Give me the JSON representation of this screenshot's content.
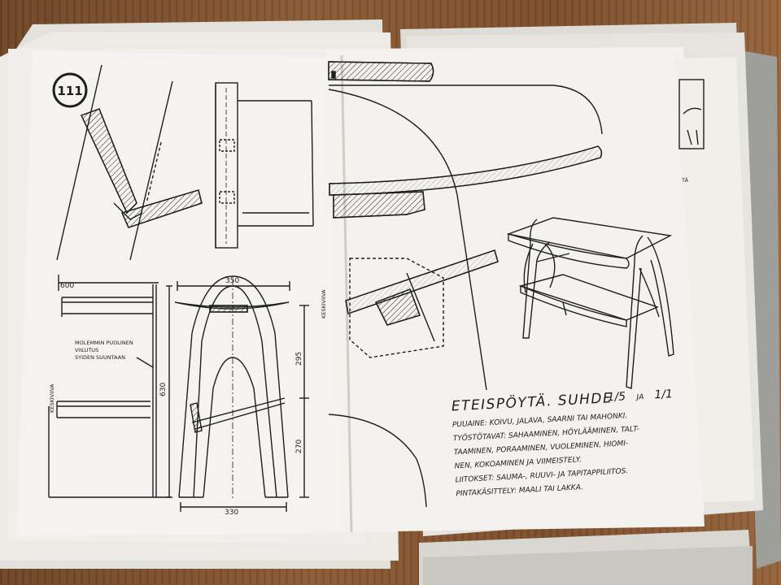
{
  "sheet_number": "111",
  "left_sheet": {
    "dimensions": {
      "d600": "600",
      "d350": "350",
      "d330": "330",
      "d630": "630",
      "d295": "295",
      "d270": "270"
    },
    "note_lines": [
      "MOLEMMIN PUOLINEN",
      "VIILUTUS",
      "SYIDEN SUUNTAAN"
    ],
    "axis_label": "KESKIVIIVA"
  },
  "right_sheet": {
    "axis_label": "KESKIVIIVA",
    "title": "ETEISPÖYTÄ. SUHDE",
    "scale_1": "1/5",
    "scale_join": "JA",
    "scale_2": "1/1",
    "spec_lines": [
      "PUUAINE: KOIVU, JALAVA, SAARNI TAI MAHONKI.",
      "TYÖSTÖTAVAT: SAHAAMINEN, HÖYLÄÄMINEN, TALT-",
      "TAAMINEN, PORAAMINEN, VUOLEMINEN, HIOMI-",
      "NEN, KOKOAMINEN JA VIIMEISTELY.",
      "LIITOKSET: SAUMA-, RUUVI- JA TAPITAPPILIITOS.",
      "PINTAKÄSITTELY: MAALI TAI LAKKA."
    ]
  },
  "back_sheet": {
    "corner_text": "TÄ"
  },
  "colors": {
    "paper": "#f4f3ef",
    "ink": "#1e1e1e",
    "wood": "#7a4f2c"
  }
}
